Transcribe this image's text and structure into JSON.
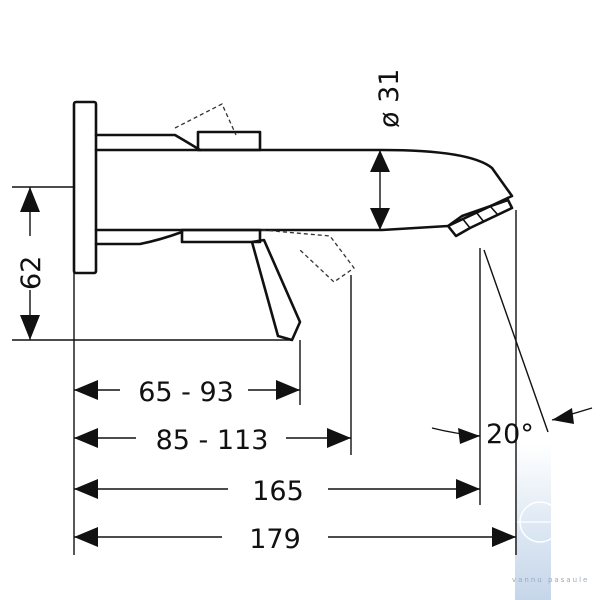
{
  "dimensions": {
    "spout_diameter": "ø 31",
    "height": "62",
    "projection_min": "65 - 93",
    "projection_max": "85 - 113",
    "length_outlet": "165",
    "length_total": "179",
    "outlet_angle": "20°"
  },
  "watermark": "vannu pasaule",
  "colors": {
    "line": "#111111",
    "watermark_bar": "#dce7f3"
  }
}
